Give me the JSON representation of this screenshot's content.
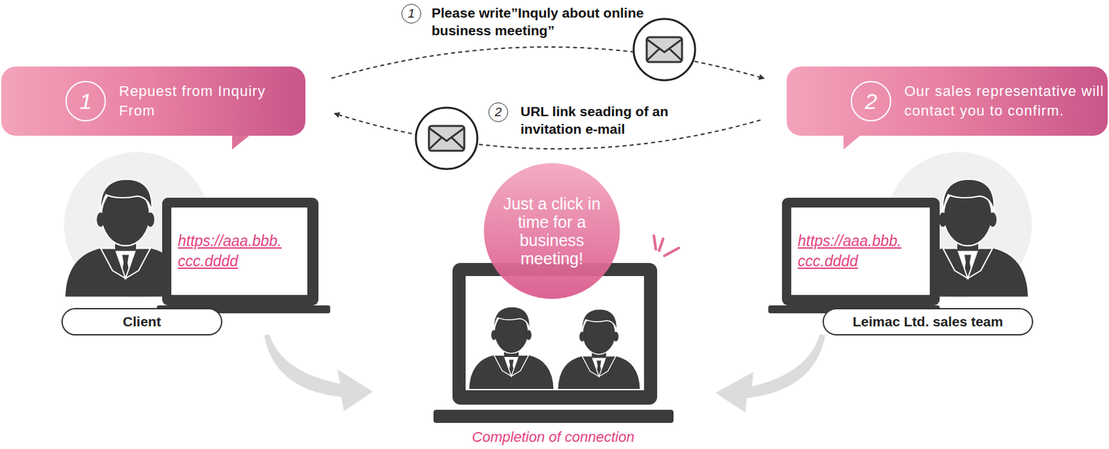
{
  "diagram": {
    "caption": "Completion of connection",
    "nodes": [
      {
        "text": [
          "1",
          "Repuest from Inquiry From"
        ]
      },
      {
        "text": [
          "2",
          "Our sales representative will contact you to confirm."
        ]
      },
      {
        "text": [
          "Client"
        ]
      },
      {
        "text": [
          "Leimac Ltd. sales team"
        ]
      },
      {
        "text": [
          "https://aaa.bbb. ccc.dddd"
        ]
      },
      {
        "text": [
          "https://aaa.bbb. ccc.dddd"
        ]
      },
      {
        "text": [
          "Just a click in time for a business meeting!"
        ]
      }
    ],
    "edges": [
      {
        "from": 0,
        "to": 1,
        "arrow": "to",
        "label": "Please write”Inquly about online business meeting”"
      },
      {
        "from": 1,
        "to": 0,
        "arrow": "to",
        "label": "URL link seading of an invitation e-mail"
      }
    ],
    "labels": [
      "1",
      "2"
    ]
  }
}
